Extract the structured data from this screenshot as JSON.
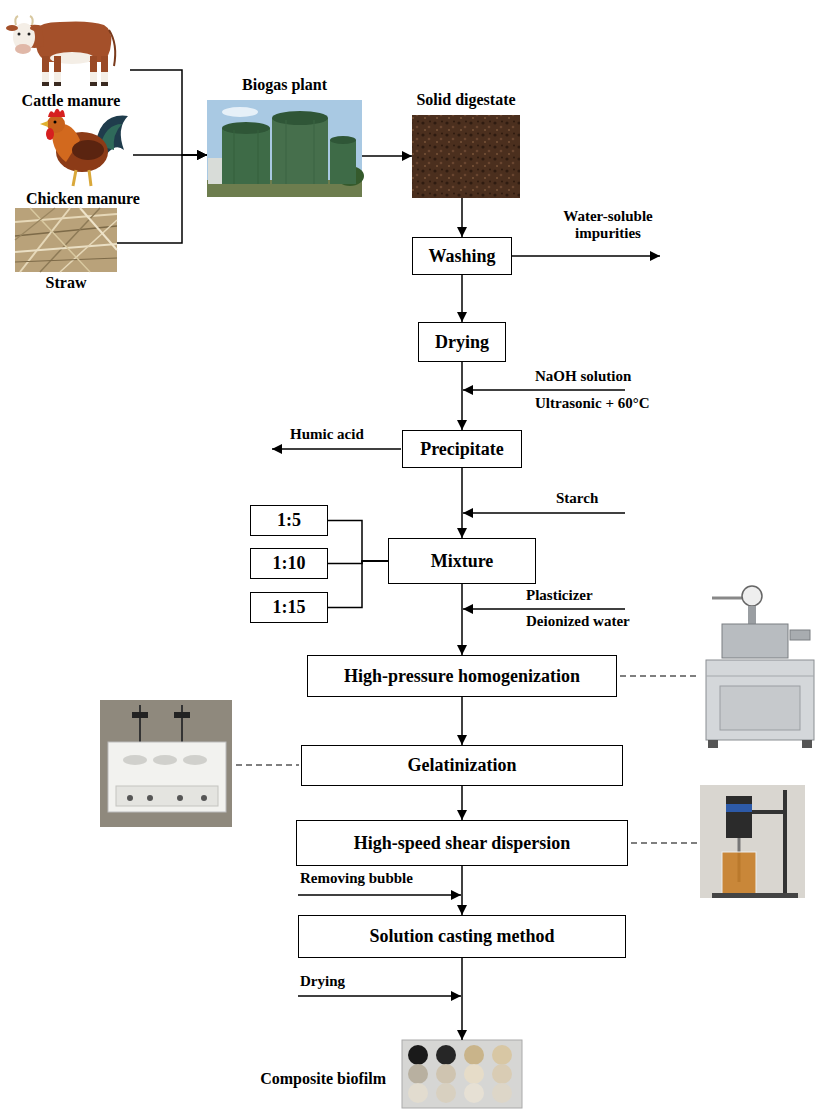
{
  "diagram": {
    "nodes": [
      {
        "text": [
          "Cattle manure"
        ]
      },
      {
        "text": [
          "Chicken manure"
        ]
      },
      {
        "text": [
          "Straw"
        ]
      },
      {
        "text": [
          "Biogas plant"
        ]
      },
      {
        "text": [
          "Solid digestate"
        ]
      },
      {
        "text": [
          "Washing"
        ]
      },
      {
        "text": [
          "Drying"
        ]
      },
      {
        "text": [
          "Precipitate"
        ]
      },
      {
        "text": [
          "1:5"
        ]
      },
      {
        "text": [
          "1:10"
        ]
      },
      {
        "text": [
          "1:15"
        ]
      },
      {
        "text": [
          "Mixture"
        ]
      },
      {
        "text": [
          "High-pressure homogenization"
        ]
      },
      {
        "text": [
          "Gelatinization"
        ]
      },
      {
        "text": [
          "High-speed shear dispersion"
        ]
      },
      {
        "text": [
          "Solution casting method"
        ]
      },
      {
        "text": [
          "Composite biofilm"
        ]
      }
    ],
    "edges": [
      {
        "from": 0,
        "to": 3,
        "arrow": "to"
      },
      {
        "from": 1,
        "to": 3,
        "arrow": "to"
      },
      {
        "from": 2,
        "to": 3,
        "arrow": "to"
      },
      {
        "from": 3,
        "to": 4,
        "arrow": "to"
      },
      {
        "from": 4,
        "to": 5,
        "arrow": "to"
      },
      {
        "from": 5,
        "to": 6,
        "arrow": "to"
      },
      {
        "from": 6,
        "to": 7,
        "arrow": "to"
      },
      {
        "from": 7,
        "to": 11,
        "arrow": "to"
      },
      {
        "from": 8,
        "to": 11,
        "arrow": "none"
      },
      {
        "from": 9,
        "to": 11,
        "arrow": "none"
      },
      {
        "from": 10,
        "to": 11,
        "arrow": "none"
      },
      {
        "from": 11,
        "to": 12,
        "arrow": "to"
      },
      {
        "from": 12,
        "to": 13,
        "arrow": "to"
      },
      {
        "from": 13,
        "to": 14,
        "arrow": "to"
      },
      {
        "from": 14,
        "to": 15,
        "arrow": "to"
      },
      {
        "from": 15,
        "to": 16,
        "arrow": "to"
      }
    ],
    "labels": [
      "Water-soluble impurities",
      "NaOH solution",
      "Ultrasonic + 60°C",
      "Humic acid",
      "Starch",
      "Plasticizer",
      "Deionized water",
      "Removing bubble",
      "Drying"
    ]
  }
}
